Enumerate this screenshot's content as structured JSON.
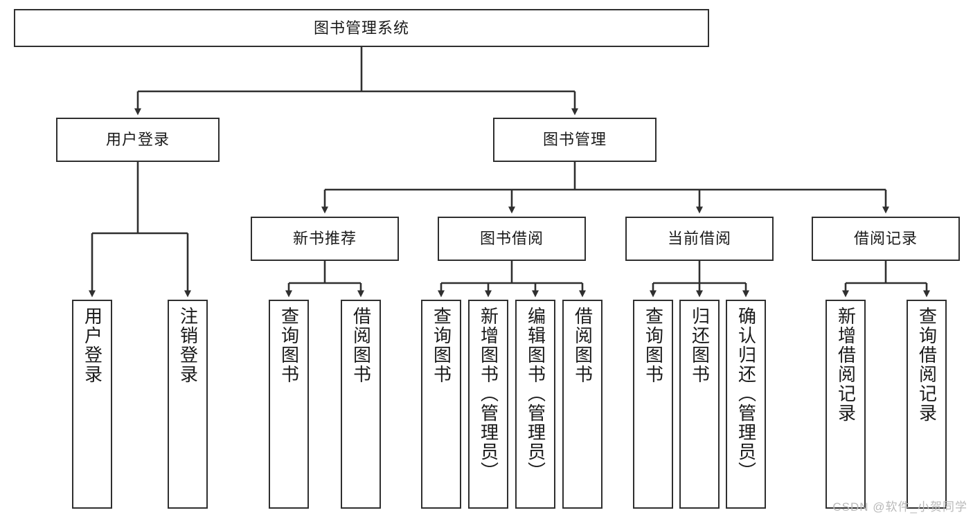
{
  "diagram": {
    "title": "图书管理系统",
    "type": "tree",
    "watermark": "CSDN @软件_小贺同学",
    "colors": {
      "box_border": "#2f2f2f",
      "box_fill": "#ffffff",
      "connector": "#2f2f2f",
      "text": "#1a1a1a",
      "watermark": "#b9b9b9"
    },
    "root": {
      "id": "root",
      "label": "图书管理系统"
    },
    "level2": [
      {
        "id": "user-login",
        "label": "用户登录"
      },
      {
        "id": "book-manage",
        "label": "图书管理"
      }
    ],
    "level3": [
      {
        "id": "new-book-recommend",
        "label": "新书推荐"
      },
      {
        "id": "book-borrow",
        "label": "图书借阅"
      },
      {
        "id": "current-borrow",
        "label": "当前借阅"
      },
      {
        "id": "borrow-record",
        "label": "借阅记录"
      }
    ],
    "leaves": [
      {
        "id": "leaf-user-login",
        "label": "用户登录",
        "parent": "user-login"
      },
      {
        "id": "leaf-user-logout",
        "label": "注销登录",
        "parent": "user-login"
      },
      {
        "id": "leaf-query-book-1",
        "label": "查询图书",
        "parent": "new-book-recommend"
      },
      {
        "id": "leaf-borrow-book-1",
        "label": "借阅图书",
        "parent": "new-book-recommend"
      },
      {
        "id": "leaf-query-book-2",
        "label": "查询图书",
        "parent": "book-borrow"
      },
      {
        "id": "leaf-add-book",
        "label": "新增图书（管理员）",
        "parent": "book-borrow"
      },
      {
        "id": "leaf-edit-book",
        "label": "编辑图书（管理员）",
        "parent": "book-borrow"
      },
      {
        "id": "leaf-borrow-book-2",
        "label": "借阅图书",
        "parent": "book-borrow"
      },
      {
        "id": "leaf-query-book-3",
        "label": "查询图书",
        "parent": "current-borrow"
      },
      {
        "id": "leaf-return-book",
        "label": "归还图书",
        "parent": "current-borrow"
      },
      {
        "id": "leaf-confirm-return",
        "label": "确认归还（管理员）",
        "parent": "current-borrow"
      },
      {
        "id": "leaf-add-record",
        "label": "新增借阅记录",
        "parent": "borrow-record"
      },
      {
        "id": "leaf-query-record",
        "label": "查询借阅记录",
        "parent": "borrow-record"
      }
    ]
  }
}
